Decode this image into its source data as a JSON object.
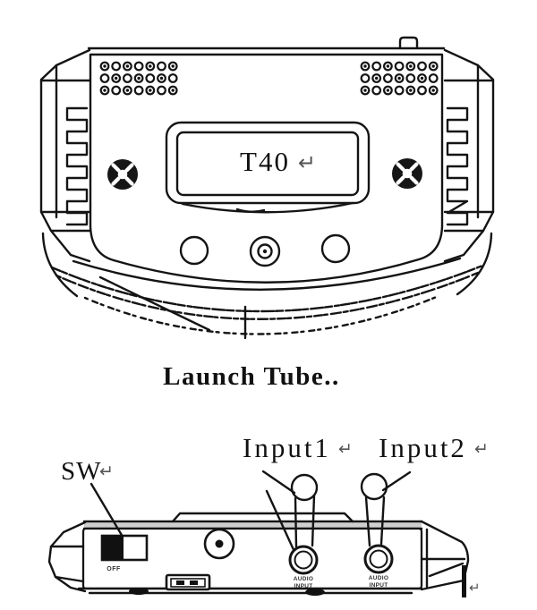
{
  "device": {
    "model_display": "T40",
    "launch_tube_label": "Launch Tube..",
    "sw_label": "SW",
    "input1_label": "Input1",
    "input2_label": "Input2",
    "switch_state_label": "OFF",
    "audio_jack1": {
      "line1": "AUDIO",
      "line2": "INPUT"
    },
    "audio_jack2": {
      "line1": "AUDIO",
      "line2": "INPUT"
    },
    "return_mark": "↵"
  }
}
